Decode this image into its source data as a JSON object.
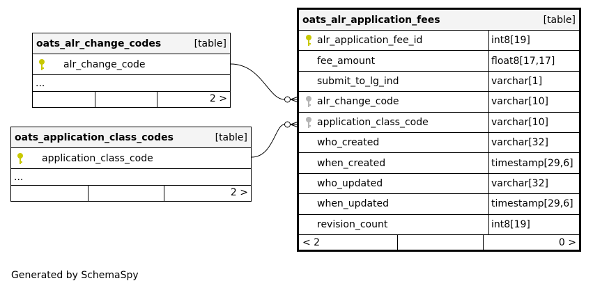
{
  "footer": {
    "generated_by": "Generated by SchemaSpy"
  },
  "tables": {
    "change_codes": {
      "name": "oats_alr_change_codes",
      "kind": "[table]",
      "columns": [
        {
          "name": "alr_change_code",
          "key": "primary"
        }
      ],
      "ellipsis": "...",
      "footer_right": "2 >"
    },
    "class_codes": {
      "name": "oats_application_class_codes",
      "kind": "[table]",
      "columns": [
        {
          "name": "application_class_code",
          "key": "primary"
        }
      ],
      "ellipsis": "...",
      "footer_right": "2 >"
    },
    "fees": {
      "name": "oats_alr_application_fees",
      "kind": "[table]",
      "columns": [
        {
          "name": "alr_application_fee_id",
          "type": "int8[19]",
          "key": "primary"
        },
        {
          "name": "fee_amount",
          "type": "float8[17,17]",
          "key": ""
        },
        {
          "name": "submit_to_lg_ind",
          "type": "varchar[1]",
          "key": ""
        },
        {
          "name": "alr_change_code",
          "type": "varchar[10]",
          "key": "foreign"
        },
        {
          "name": "application_class_code",
          "type": "varchar[10]",
          "key": "foreign"
        },
        {
          "name": "who_created",
          "type": "varchar[32]",
          "key": ""
        },
        {
          "name": "when_created",
          "type": "timestamp[29,6]",
          "key": ""
        },
        {
          "name": "who_updated",
          "type": "varchar[32]",
          "key": ""
        },
        {
          "name": "when_updated",
          "type": "timestamp[29,6]",
          "key": ""
        },
        {
          "name": "revision_count",
          "type": "int8[19]",
          "key": ""
        }
      ],
      "footer_left": "< 2",
      "footer_right": "0 >"
    }
  },
  "colors": {
    "primary_key": "#c8c800",
    "foreign_key": "#b4b4b4",
    "header_bg": "#f4f4f4"
  }
}
